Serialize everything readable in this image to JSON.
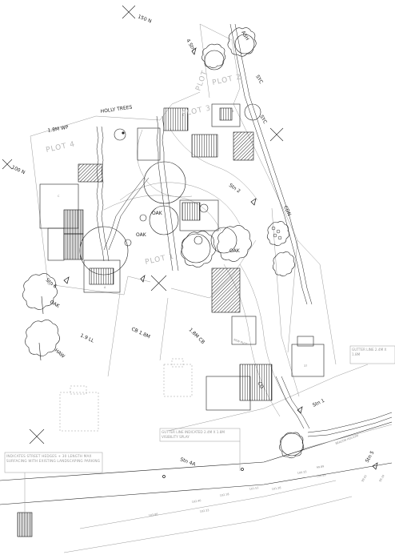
{
  "north_labels": {
    "n150": "150 N",
    "n100": "100 N"
  },
  "plots": {
    "plot_4": "PLOT 4",
    "plot_3": "PLOT 3",
    "plot_2": "PLOT 2",
    "plot_1": "PLOT 1",
    "plot_n": "PLOT"
  },
  "trees": {
    "holly": "HOLLY TREES",
    "ash": "ASH",
    "syc_top": "SYC",
    "syc_mid": "SYC",
    "cdn": "CDN",
    "oak_left": "OAK",
    "oak_mid": "OAK",
    "oak_lower": "OAK",
    "oak_small": "OAK",
    "haw": "HAW",
    "co": "CO"
  },
  "hedges": {
    "wp": "1.8M WP",
    "cb_left": "CB 1.8M",
    "cb_right": "1.8M CB",
    "ll": "1.9 LL",
    "new_plot": "NEW PLOT"
  },
  "stations": {
    "stn6": "Stn 6",
    "stn2": "Stn 2",
    "stn1": "Stn 1",
    "stn4a": "Stn 4A",
    "stn5": "Stn 5",
    "stn4": "4 Stn"
  },
  "levels": [
    "103.86",
    "102.40",
    "102.18",
    "101.52",
    "101.26",
    "102.33",
    "100.33",
    "99.89",
    "100.85",
    "99.91",
    "99.34"
  ],
  "notes": {
    "street_hedges": "INDICATES STREET HEDGES + 30 LENGTH MAX SURFACING WITH EXISTING LANDSCAPING PARKING",
    "gutter_upper": "GUTTER LINE INDICATED 2.4M X 1.8M VISIBILITY SPLAY",
    "gutter_right": "GUTTER LINE 2.4M X 1.8M"
  },
  "road_label": "BEACON HOLLOW",
  "house_labels": {
    "a": "C",
    "b": "A",
    "c": "B",
    "d": "37"
  }
}
